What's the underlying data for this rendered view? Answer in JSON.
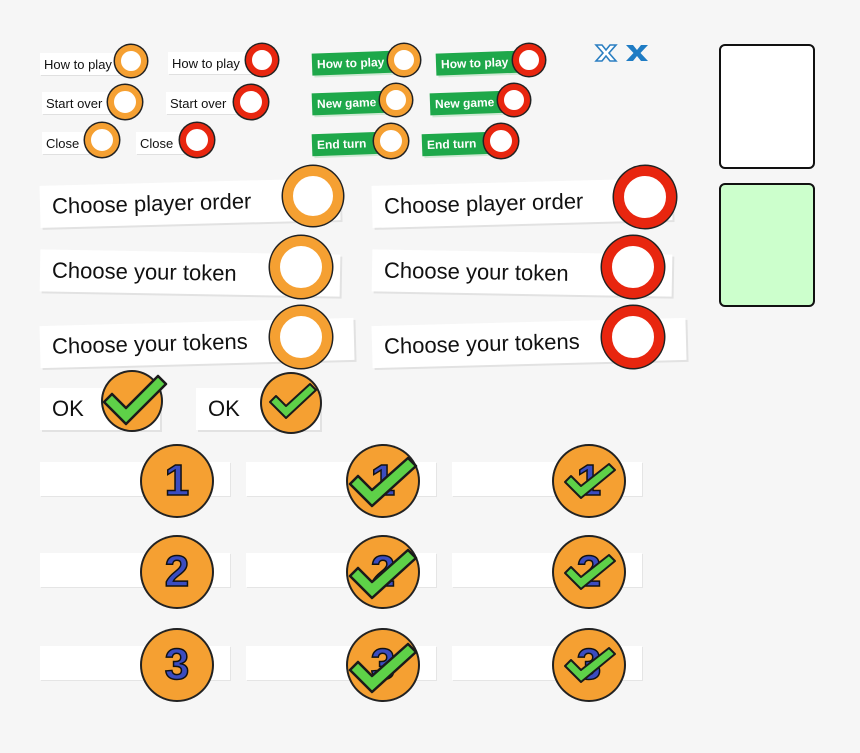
{
  "small_white": {
    "how_to_play": "How to play",
    "start_over": "Start over",
    "close": "Close"
  },
  "small_green": {
    "how_to_play": "How to play",
    "new_game": "New game",
    "end_turn": "End turn"
  },
  "large": {
    "choose_player_order": "Choose player order",
    "choose_your_token": "Choose your token",
    "choose_your_tokens": "Choose your tokens"
  },
  "ok": "OK",
  "numbers": [
    "1",
    "2",
    "3"
  ],
  "icons": [
    "close-x-outline-icon",
    "close-x-icon",
    "checkmark-icon"
  ],
  "colors": {
    "orange": "#f5a032",
    "red": "#e8260f",
    "green": "#1ea84a",
    "blue": "#3b4cc0",
    "light_green_card": "#ccffcc"
  }
}
